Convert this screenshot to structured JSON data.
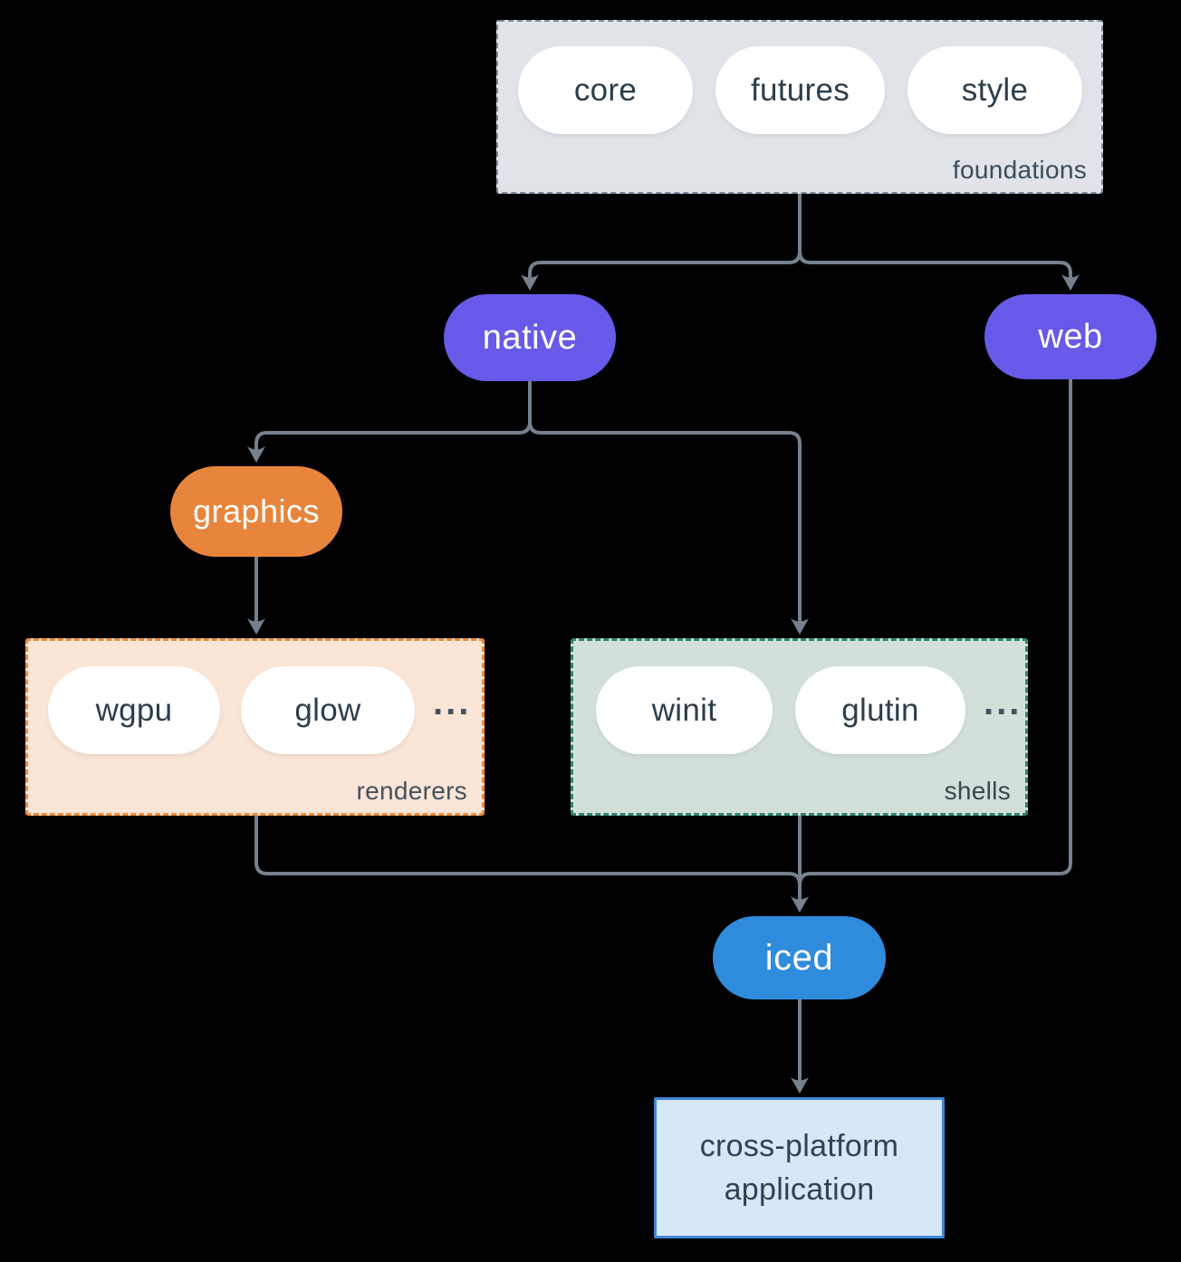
{
  "nodes": {
    "foundations": {
      "label": "foundations",
      "pills": [
        "core",
        "futures",
        "style"
      ]
    },
    "native": {
      "label": "native"
    },
    "web": {
      "label": "web"
    },
    "graphics": {
      "label": "graphics"
    },
    "renderers": {
      "label": "renderers",
      "pills": [
        "wgpu",
        "glow"
      ],
      "ellipsis": "..."
    },
    "shells": {
      "label": "shells",
      "pills": [
        "winit",
        "glutin"
      ],
      "ellipsis": "..."
    },
    "iced": {
      "label": "iced"
    },
    "application": {
      "line1": "cross-platform",
      "line2": "application"
    }
  },
  "colors": {
    "background": "#000000",
    "connector": "#75818e",
    "accent_purple": "#675ae8",
    "accent_orange": "#e8853d",
    "accent_blue": "#2f8bdc",
    "foundations_fill": "#e0e4e8",
    "foundations_border": "#7c8b9b",
    "renderers_fill": "#fbe5d6",
    "renderers_border": "#ee8a38",
    "shells_fill": "#d3e0d9",
    "shells_border": "#2f8574",
    "application_fill": "#d6e7f8",
    "application_border": "#3e87d9",
    "pill_text": "#2d3e4b"
  }
}
